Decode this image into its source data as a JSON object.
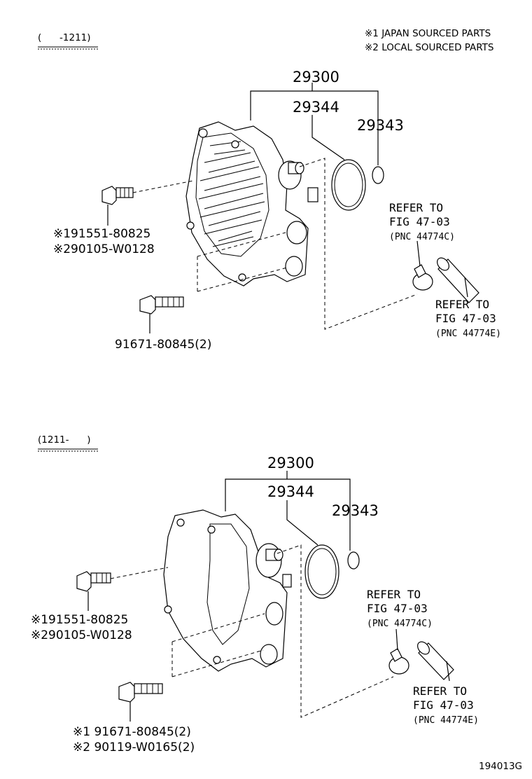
{
  "date_ranges": {
    "upper": "(      -1211)",
    "lower": "(1211-      )"
  },
  "legend": {
    "note1": "※1 JAPAN SOURCED PARTS",
    "note2": "※2 LOCAL SOURCED PARTS"
  },
  "upper": {
    "assembly": "29300",
    "gasket": "29344",
    "oring": "29343",
    "bolt_a_1": "※191551-80825",
    "bolt_a_2": "※290105-W0128",
    "bolt_b": "91671-80845(2)",
    "ref1": {
      "line1": "REFER TO",
      "line2": "FIG 47-03",
      "line3": "(PNC 44774C)"
    },
    "ref2": {
      "line1": "REFER TO",
      "line2": "FIG 47-03",
      "line3": "(PNC 44774E)"
    }
  },
  "lower": {
    "assembly": "29300",
    "gasket": "29344",
    "oring": "29343",
    "bolt_a_1": "※191551-80825",
    "bolt_a_2": "※290105-W0128",
    "bolt_b_1": "※1 91671-80845(2)",
    "bolt_b_2": "※2 90119-W0165(2)",
    "ref1": {
      "line1": "REFER TO",
      "line2": "FIG 47-03",
      "line3": "(PNC 44774C)"
    },
    "ref2": {
      "line1": "REFER TO",
      "line2": "FIG 47-03",
      "line3": "(PNC 44774E)"
    }
  },
  "figure_code": "194013G"
}
